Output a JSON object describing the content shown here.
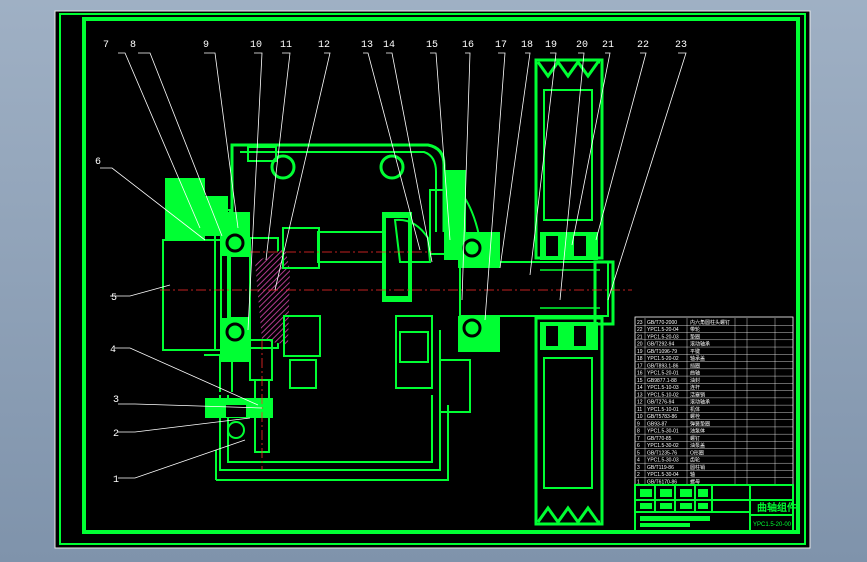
{
  "drawing": {
    "callouts_top": [
      "7",
      "8",
      "9",
      "10",
      "11",
      "12",
      "13",
      "14",
      "15",
      "16",
      "17",
      "18",
      "19",
      "20",
      "21",
      "22",
      "23"
    ],
    "callouts_left": [
      "6",
      "5",
      "4",
      "3",
      "2",
      "1"
    ],
    "title_block": {
      "title": "曲轴组件",
      "drawing_number": "YPC1.5-20-00"
    },
    "parts_list": [
      {
        "no": "23",
        "code": "GB/T70-2000",
        "name": "内六角圆柱头螺钉"
      },
      {
        "no": "22",
        "code": "YPC1.5-20-04",
        "name": "带轮"
      },
      {
        "no": "21",
        "code": "YPC1.5-20-03",
        "name": "垫圈"
      },
      {
        "no": "20",
        "code": "GB/T292-94",
        "name": "滚动轴承"
      },
      {
        "no": "19",
        "code": "GB/T1096-79",
        "name": "平键"
      },
      {
        "no": "18",
        "code": "YPC1.5-20-02",
        "name": "轴承盖"
      },
      {
        "no": "17",
        "code": "GB/T893.1-86",
        "name": "挡圈"
      },
      {
        "no": "16",
        "code": "YPC1.5-20-01",
        "name": "曲轴"
      },
      {
        "no": "15",
        "code": "GB9877.1-88",
        "name": "油封"
      },
      {
        "no": "14",
        "code": "YPC1.5-10-03",
        "name": "连杆"
      },
      {
        "no": "13",
        "code": "YPC1.5-10-02",
        "name": "活塞销"
      },
      {
        "no": "12",
        "code": "GB/T276-94",
        "name": "滚动轴承"
      },
      {
        "no": "11",
        "code": "YPC1.5-10-01",
        "name": "机体"
      },
      {
        "no": "10",
        "code": "GB/T5783-86",
        "name": "螺栓"
      },
      {
        "no": "9",
        "code": "GB93-87",
        "name": "弹簧垫圈"
      },
      {
        "no": "8",
        "code": "YPC1.5-30-01",
        "name": "油泵体"
      },
      {
        "no": "7",
        "code": "GB/T70-85",
        "name": "螺钉"
      },
      {
        "no": "6",
        "code": "YPC1.5-30-02",
        "name": "油泵盖"
      },
      {
        "no": "5",
        "code": "GB/T1235-76",
        "name": "O形圈"
      },
      {
        "no": "4",
        "code": "YPC1.5-30-03",
        "name": "齿轮"
      },
      {
        "no": "3",
        "code": "GB/T119-86",
        "name": "圆柱销"
      },
      {
        "no": "2",
        "code": "YPC1.5-30-04",
        "name": "轴"
      },
      {
        "no": "1",
        "code": "GB/T6170-86",
        "name": "螺母"
      }
    ]
  },
  "colors": {
    "frame": "#00ff33",
    "background": "#000000",
    "section_hatch": "#b03a8c",
    "centerline": "#ff2a2a",
    "text": "#ffffff"
  }
}
